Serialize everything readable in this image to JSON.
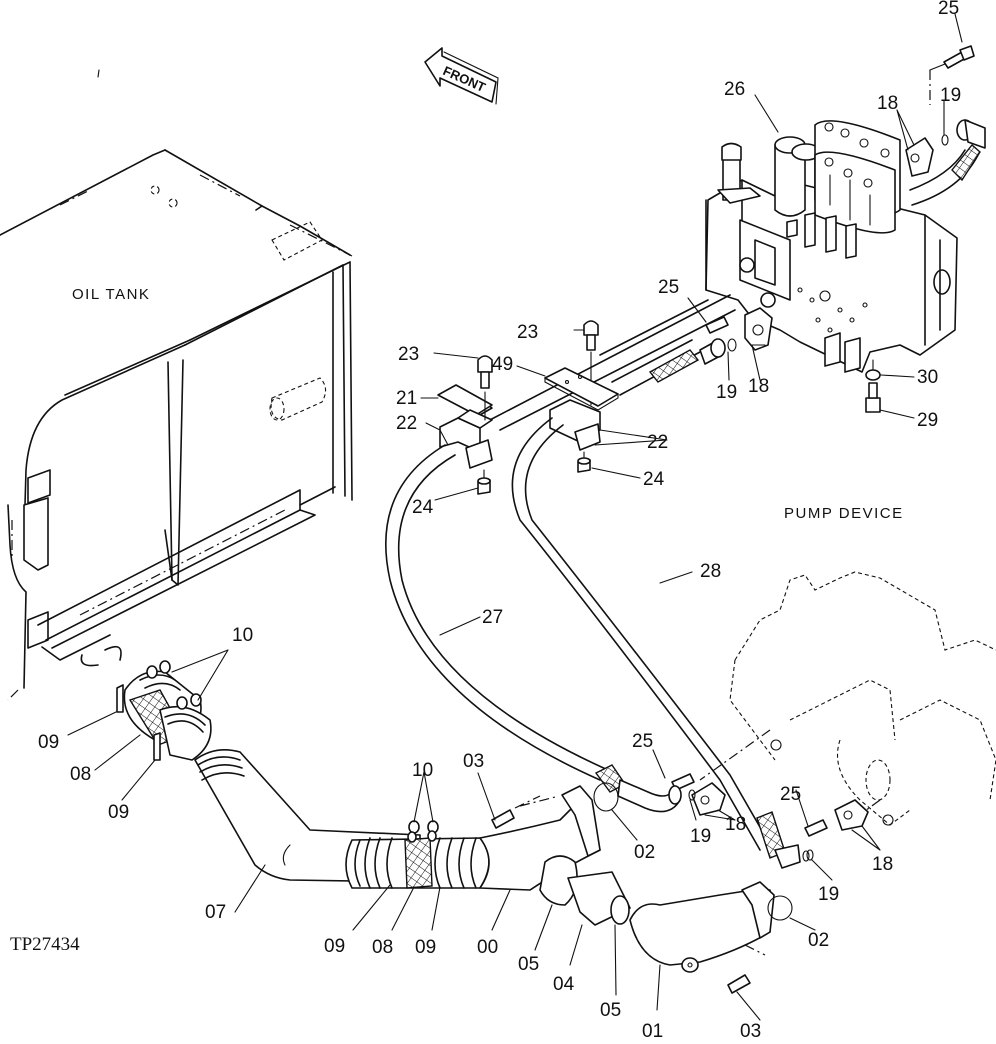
{
  "drawing": {
    "reference_number": "TP27434",
    "orientation_label": "FRONT",
    "component_labels": {
      "oil_tank": "OIL TANK",
      "pump_device": "PUMP DEVICE"
    }
  },
  "callouts": {
    "c25_top": "25",
    "c26": "26",
    "c18_top": "18",
    "c19_top": "19",
    "c25_mid": "25",
    "c23_a": "23",
    "c23_b": "23",
    "c49": "49",
    "c21": "21",
    "c22_left": "22",
    "c22_right": "22",
    "c24_left": "24",
    "c24_right": "24",
    "c19_mid": "19",
    "c18_mid": "18",
    "c30": "30",
    "c29": "29",
    "c28": "28",
    "c27": "27",
    "c10_top": "10",
    "c09_a": "09",
    "c08_a": "08",
    "c09_b": "09",
    "c10_mid": "10",
    "c03_a": "03",
    "c25_low": "25",
    "c02_a": "02",
    "c19_low": "19",
    "c18_low": "18",
    "c25_right": "25",
    "c18_right": "18",
    "c19_right": "19",
    "c02_b": "02",
    "c07": "07",
    "c09_c": "09",
    "c08_b": "08",
    "c09_d": "09",
    "c00": "00",
    "c05_a": "05",
    "c04": "04",
    "c05_b": "05",
    "c01": "01",
    "c03_b": "03"
  }
}
